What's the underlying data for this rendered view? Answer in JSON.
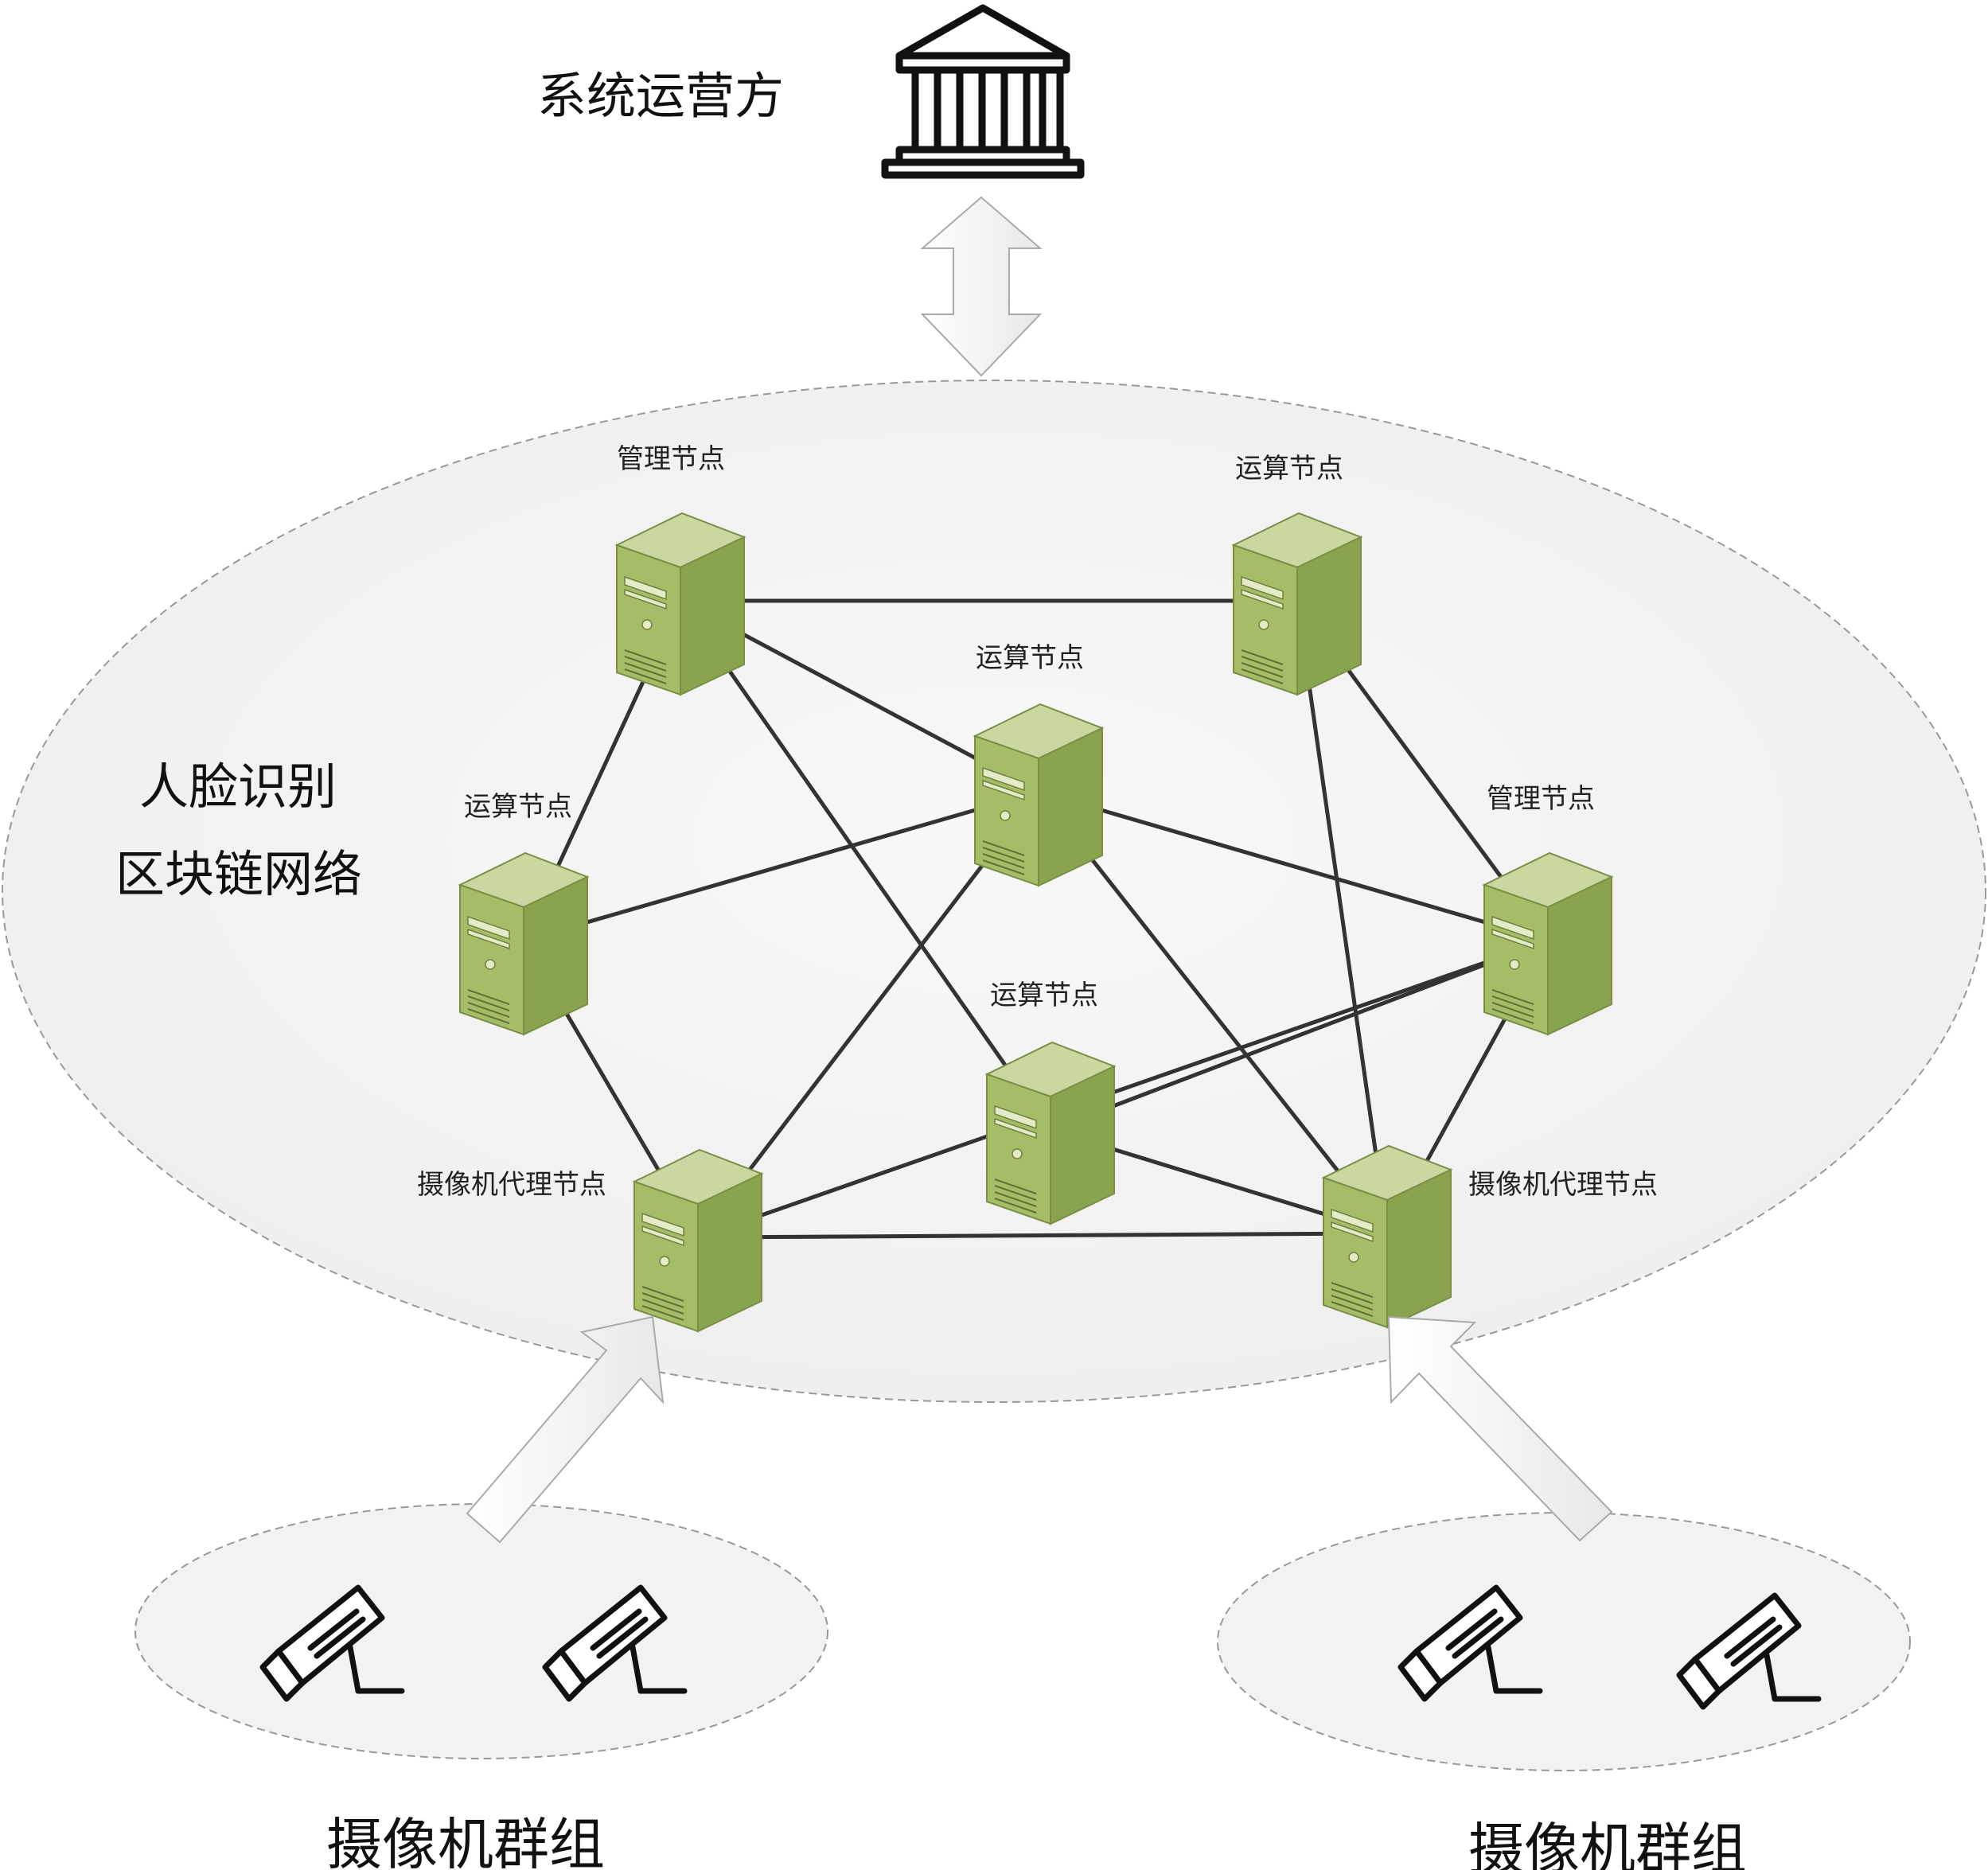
{
  "operator": {
    "label": "系统运营方",
    "icon": "institution-icon"
  },
  "network": {
    "label_line1": "人脸识别",
    "label_line2": "区块链网络",
    "nodes": [
      {
        "id": "n1",
        "label": "管理节点",
        "role": "management"
      },
      {
        "id": "n2",
        "label": "运算节点",
        "role": "compute"
      },
      {
        "id": "n3",
        "label": "运算节点",
        "role": "compute"
      },
      {
        "id": "n4",
        "label": "运算节点",
        "role": "compute"
      },
      {
        "id": "n5",
        "label": "管理节点",
        "role": "management"
      },
      {
        "id": "n6",
        "label": "运算节点",
        "role": "compute"
      },
      {
        "id": "n7",
        "label": "摄像机代理节点",
        "role": "camera-proxy"
      },
      {
        "id": "n8",
        "label": "摄像机代理节点",
        "role": "camera-proxy"
      }
    ],
    "links": [
      [
        "n1",
        "n2"
      ],
      [
        "n1",
        "n3"
      ],
      [
        "n1",
        "n4"
      ],
      [
        "n1",
        "n6"
      ],
      [
        "n2",
        "n5"
      ],
      [
        "n2",
        "n8"
      ],
      [
        "n3",
        "n4"
      ],
      [
        "n3",
        "n5"
      ],
      [
        "n3",
        "n7"
      ],
      [
        "n3",
        "n8"
      ],
      [
        "n4",
        "n7"
      ],
      [
        "n5",
        "n7"
      ],
      [
        "n5",
        "n8"
      ],
      [
        "n6",
        "n5"
      ],
      [
        "n6",
        "n8"
      ],
      [
        "n7",
        "n8"
      ]
    ]
  },
  "camera_groups": [
    {
      "label": "摄像机群组",
      "camera_icon": "security-camera-icon",
      "count": 2
    },
    {
      "label": "摄像机群组",
      "camera_icon": "security-camera-icon",
      "count": 2
    }
  ],
  "colors": {
    "server_front": "#9db560",
    "server_side": "#86a04a",
    "server_top": "#c9d8a0",
    "ellipse_fill": "#f3f3f3",
    "ellipse_stroke": "#999999",
    "link": "#333333",
    "arrow_fill": "#f7f7f7",
    "arrow_stroke": "#aaaaaa"
  }
}
